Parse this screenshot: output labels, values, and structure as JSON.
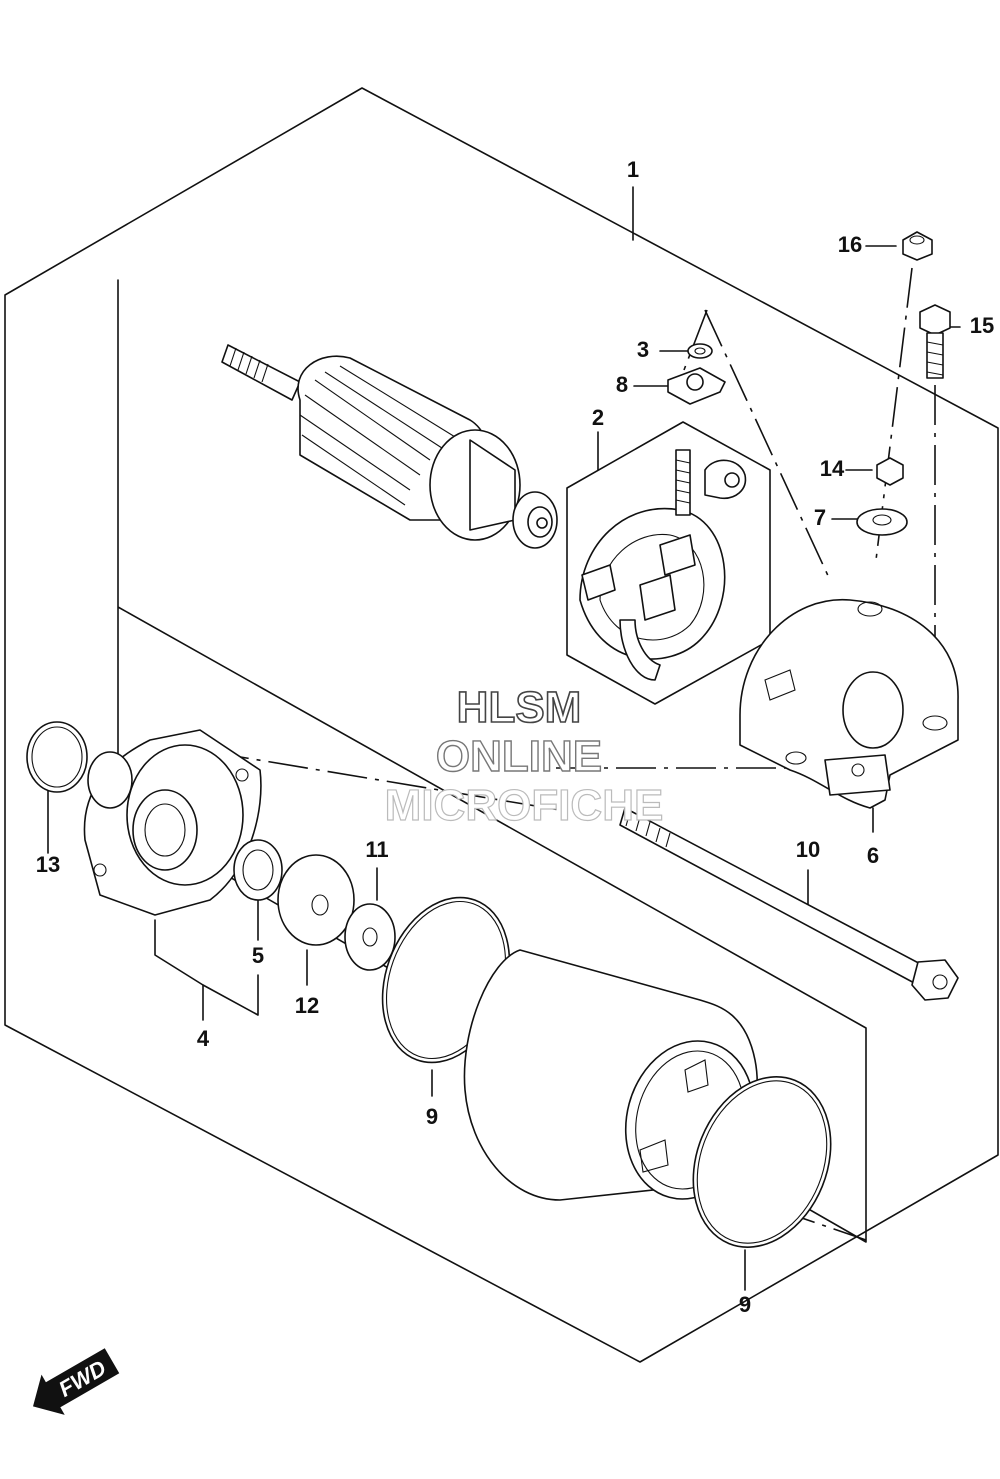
{
  "watermark": {
    "line1": "HLSM",
    "line2": "ONLINE",
    "line3": "MICROFICHE"
  },
  "direction_badge": "FWD",
  "callouts": [
    {
      "id": "c1",
      "label": "1"
    },
    {
      "id": "c2",
      "label": "2"
    },
    {
      "id": "c3",
      "label": "3"
    },
    {
      "id": "c4",
      "label": "4"
    },
    {
      "id": "c5",
      "label": "5"
    },
    {
      "id": "c6",
      "label": "6"
    },
    {
      "id": "c7",
      "label": "7"
    },
    {
      "id": "c8",
      "label": "8"
    },
    {
      "id": "c9a",
      "label": "9"
    },
    {
      "id": "c9b",
      "label": "9"
    },
    {
      "id": "c10",
      "label": "10"
    },
    {
      "id": "c11",
      "label": "11"
    },
    {
      "id": "c12",
      "label": "12"
    },
    {
      "id": "c13",
      "label": "13"
    },
    {
      "id": "c14",
      "label": "14"
    },
    {
      "id": "c15",
      "label": "15"
    },
    {
      "id": "c16",
      "label": "16"
    }
  ]
}
